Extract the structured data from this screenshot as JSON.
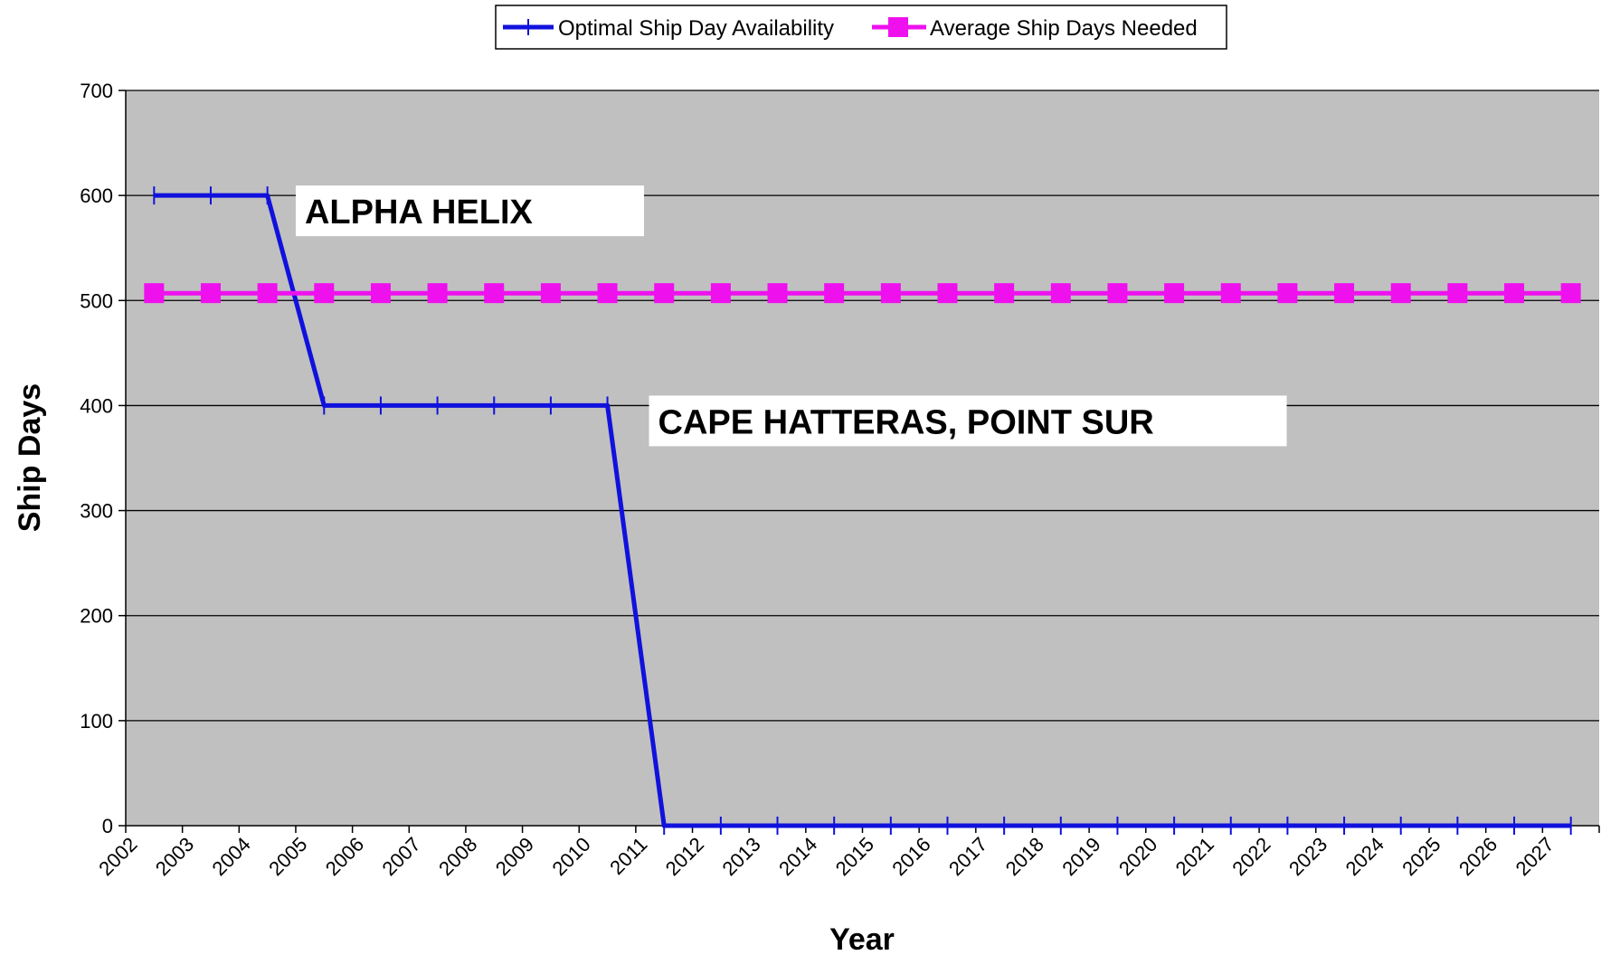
{
  "chart_data": {
    "type": "line",
    "x_categories": [
      "2002",
      "2003",
      "2004",
      "2005",
      "2006",
      "2007",
      "2008",
      "2009",
      "2010",
      "2011",
      "2012",
      "2013",
      "2014",
      "2015",
      "2016",
      "2017",
      "2018",
      "2019",
      "2020",
      "2021",
      "2022",
      "2023",
      "2024",
      "2025",
      "2026",
      "2027"
    ],
    "series": [
      {
        "name": "Optimal Ship Day Availability",
        "color": "#1111dd",
        "marker": "plus",
        "values": [
          600,
          600,
          600,
          400,
          400,
          400,
          400,
          400,
          400,
          0,
          0,
          0,
          0,
          0,
          0,
          0,
          0,
          0,
          0,
          0,
          0,
          0,
          0,
          0,
          0,
          0
        ]
      },
      {
        "name": "Average Ship Days Needed",
        "color": "#ee11ee",
        "marker": "square",
        "values": [
          507,
          507,
          507,
          507,
          507,
          507,
          507,
          507,
          507,
          507,
          507,
          507,
          507,
          507,
          507,
          507,
          507,
          507,
          507,
          507,
          507,
          507,
          507,
          507,
          507,
          507
        ]
      }
    ],
    "xlabel": "Year",
    "ylabel": "Ship Days",
    "ylim": [
      0,
      700
    ],
    "yticks": [
      0,
      100,
      200,
      300,
      400,
      500,
      600,
      700
    ],
    "grid": "horizontal",
    "legend_position": "top-center",
    "plot_background": "#c0c0c0",
    "annotations": [
      {
        "text": "ALPHA HELIX",
        "at_category": "2005",
        "at_value": 600
      },
      {
        "text": "CAPE HATTERAS, POINT SUR",
        "at_category": "2012",
        "at_value": 400
      }
    ]
  }
}
